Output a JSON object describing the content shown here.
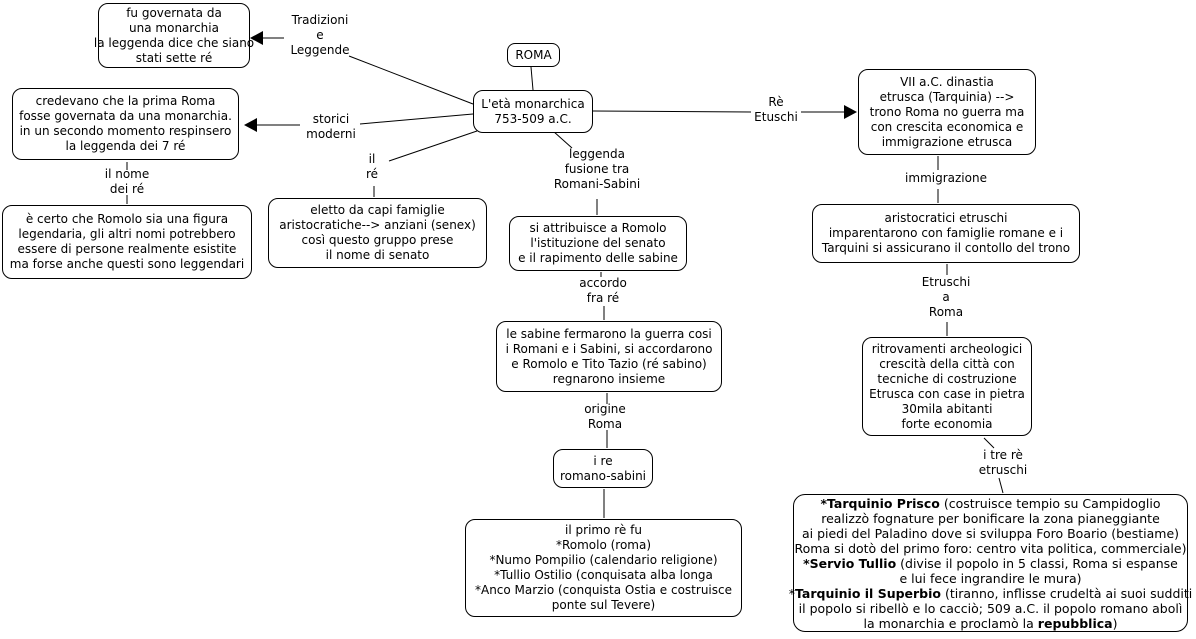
{
  "colors": {
    "background": "#ffffff",
    "line": "#000000",
    "border": "#000000",
    "text": "#000000"
  },
  "nodes": {
    "roma": {
      "text": "ROMA"
    },
    "eta_monarchica": {
      "text": "L'età monarchica\n753-509 a.C."
    },
    "sette_re": {
      "text": "fu governata da\nuna monarchia\nla leggenda dice che siano\nstati sette ré"
    },
    "credevano": {
      "text": "credevano che la prima Roma\nfosse governata da una monarchia.\nin un secondo momento respinsero\nla leggenda dei 7 ré"
    },
    "romolo_figura": {
      "text": "è certo che Romolo sia una figura\nlegendaria, gli altri nomi potrebbero\nessere di persone realmente esistite\nma forse anche questi sono leggendari"
    },
    "eletto": {
      "text": "eletto da capi famiglie\naristocratiche--> anziani (senex)\ncosì questo gruppo prese\nil nome di senato"
    },
    "si_attribuisce": {
      "text": "si attribuisce a Romolo\nl'istituzione del senato\ne il rapimento delle sabine"
    },
    "sabine": {
      "text": "le sabine fermarono la guerra cosi\ni Romani e i Sabini, si accordarono\ne Romolo e Tito Tazio (ré sabino)\nregnarono insieme"
    },
    "re_romano_sabini": {
      "text": "i re\nromano-sabini"
    },
    "primo_re": {
      "text": "il primo rè fu\n*Romolo (roma)\n*Numo Pompilio (calendario religione)\n*Tullio Ostilio (conquisata alba longa\n*Anco Marzio (conquista Ostia e costruisce\nponte sul Tevere)"
    },
    "dinastia_etrusca": {
      "text": "VII a.C. dinastia\netrusca (Tarquinia) -->\ntrono Roma no guerra ma\ncon crescita economica e\nimmigrazione etrusca"
    },
    "aristocratici": {
      "text": "aristocratici etruschi\nimparentarono con famiglie romane e i\nTarquini si assicurano il contollo del trono"
    },
    "ritrovamenti": {
      "text": "ritrovamenti archeologici\ncrescità della città con\ntecniche di costruzione\nEtrusca con case in pietra\n30mila abitanti\nforte economia"
    }
  },
  "labels": {
    "tradizioni": "Tradizioni\ne\nLeggende",
    "storici": "storici\nmoderni",
    "il_nome": "il nome\ndei ré",
    "il_re": "il\nré",
    "leggenda_fusione": "leggenda\nfusione tra\nRomani-Sabini",
    "accordo": "accordo\nfra ré",
    "origine": "origine\nRoma",
    "re_etuschi": "Rè\nEtuschi",
    "immigrazione": "immigrazione",
    "etruschi_a_roma": "Etruschi\na\nRoma",
    "tre_re": "i tre rè\netruschi"
  },
  "kings_box": {
    "line1_bold": "*Tarquinio Prisco",
    "line1_rest": " (costruisce tempio su Campidoglio",
    "line2": "realizzò fognature per bonificare la zona pianeggiante",
    "line3": "ai piedi del Paladino dove si sviluppa Foro Boario (bestiame)",
    "line4": "Roma si dotò del primo foro: centro vita politica, commerciale)",
    "line5_bold": "*Servio Tullio",
    "line5_rest": " (divise il popolo in 5 classi, Roma si espanse",
    "line6": "e lui fece ingrandire le mura)",
    "line7_pre": "*",
    "line7_bold": "Tarquinio il Superbio",
    "line7_rest": " (tiranno, inflisse crudeltà ai suoi sudditi",
    "line8": "il popolo si ribellò e lo cacciò; 509 a.C. il popolo romano abolì",
    "line9_pre": "la monarchia e proclamò la ",
    "line9_bold": "repubblica",
    "line9_post": ")"
  }
}
